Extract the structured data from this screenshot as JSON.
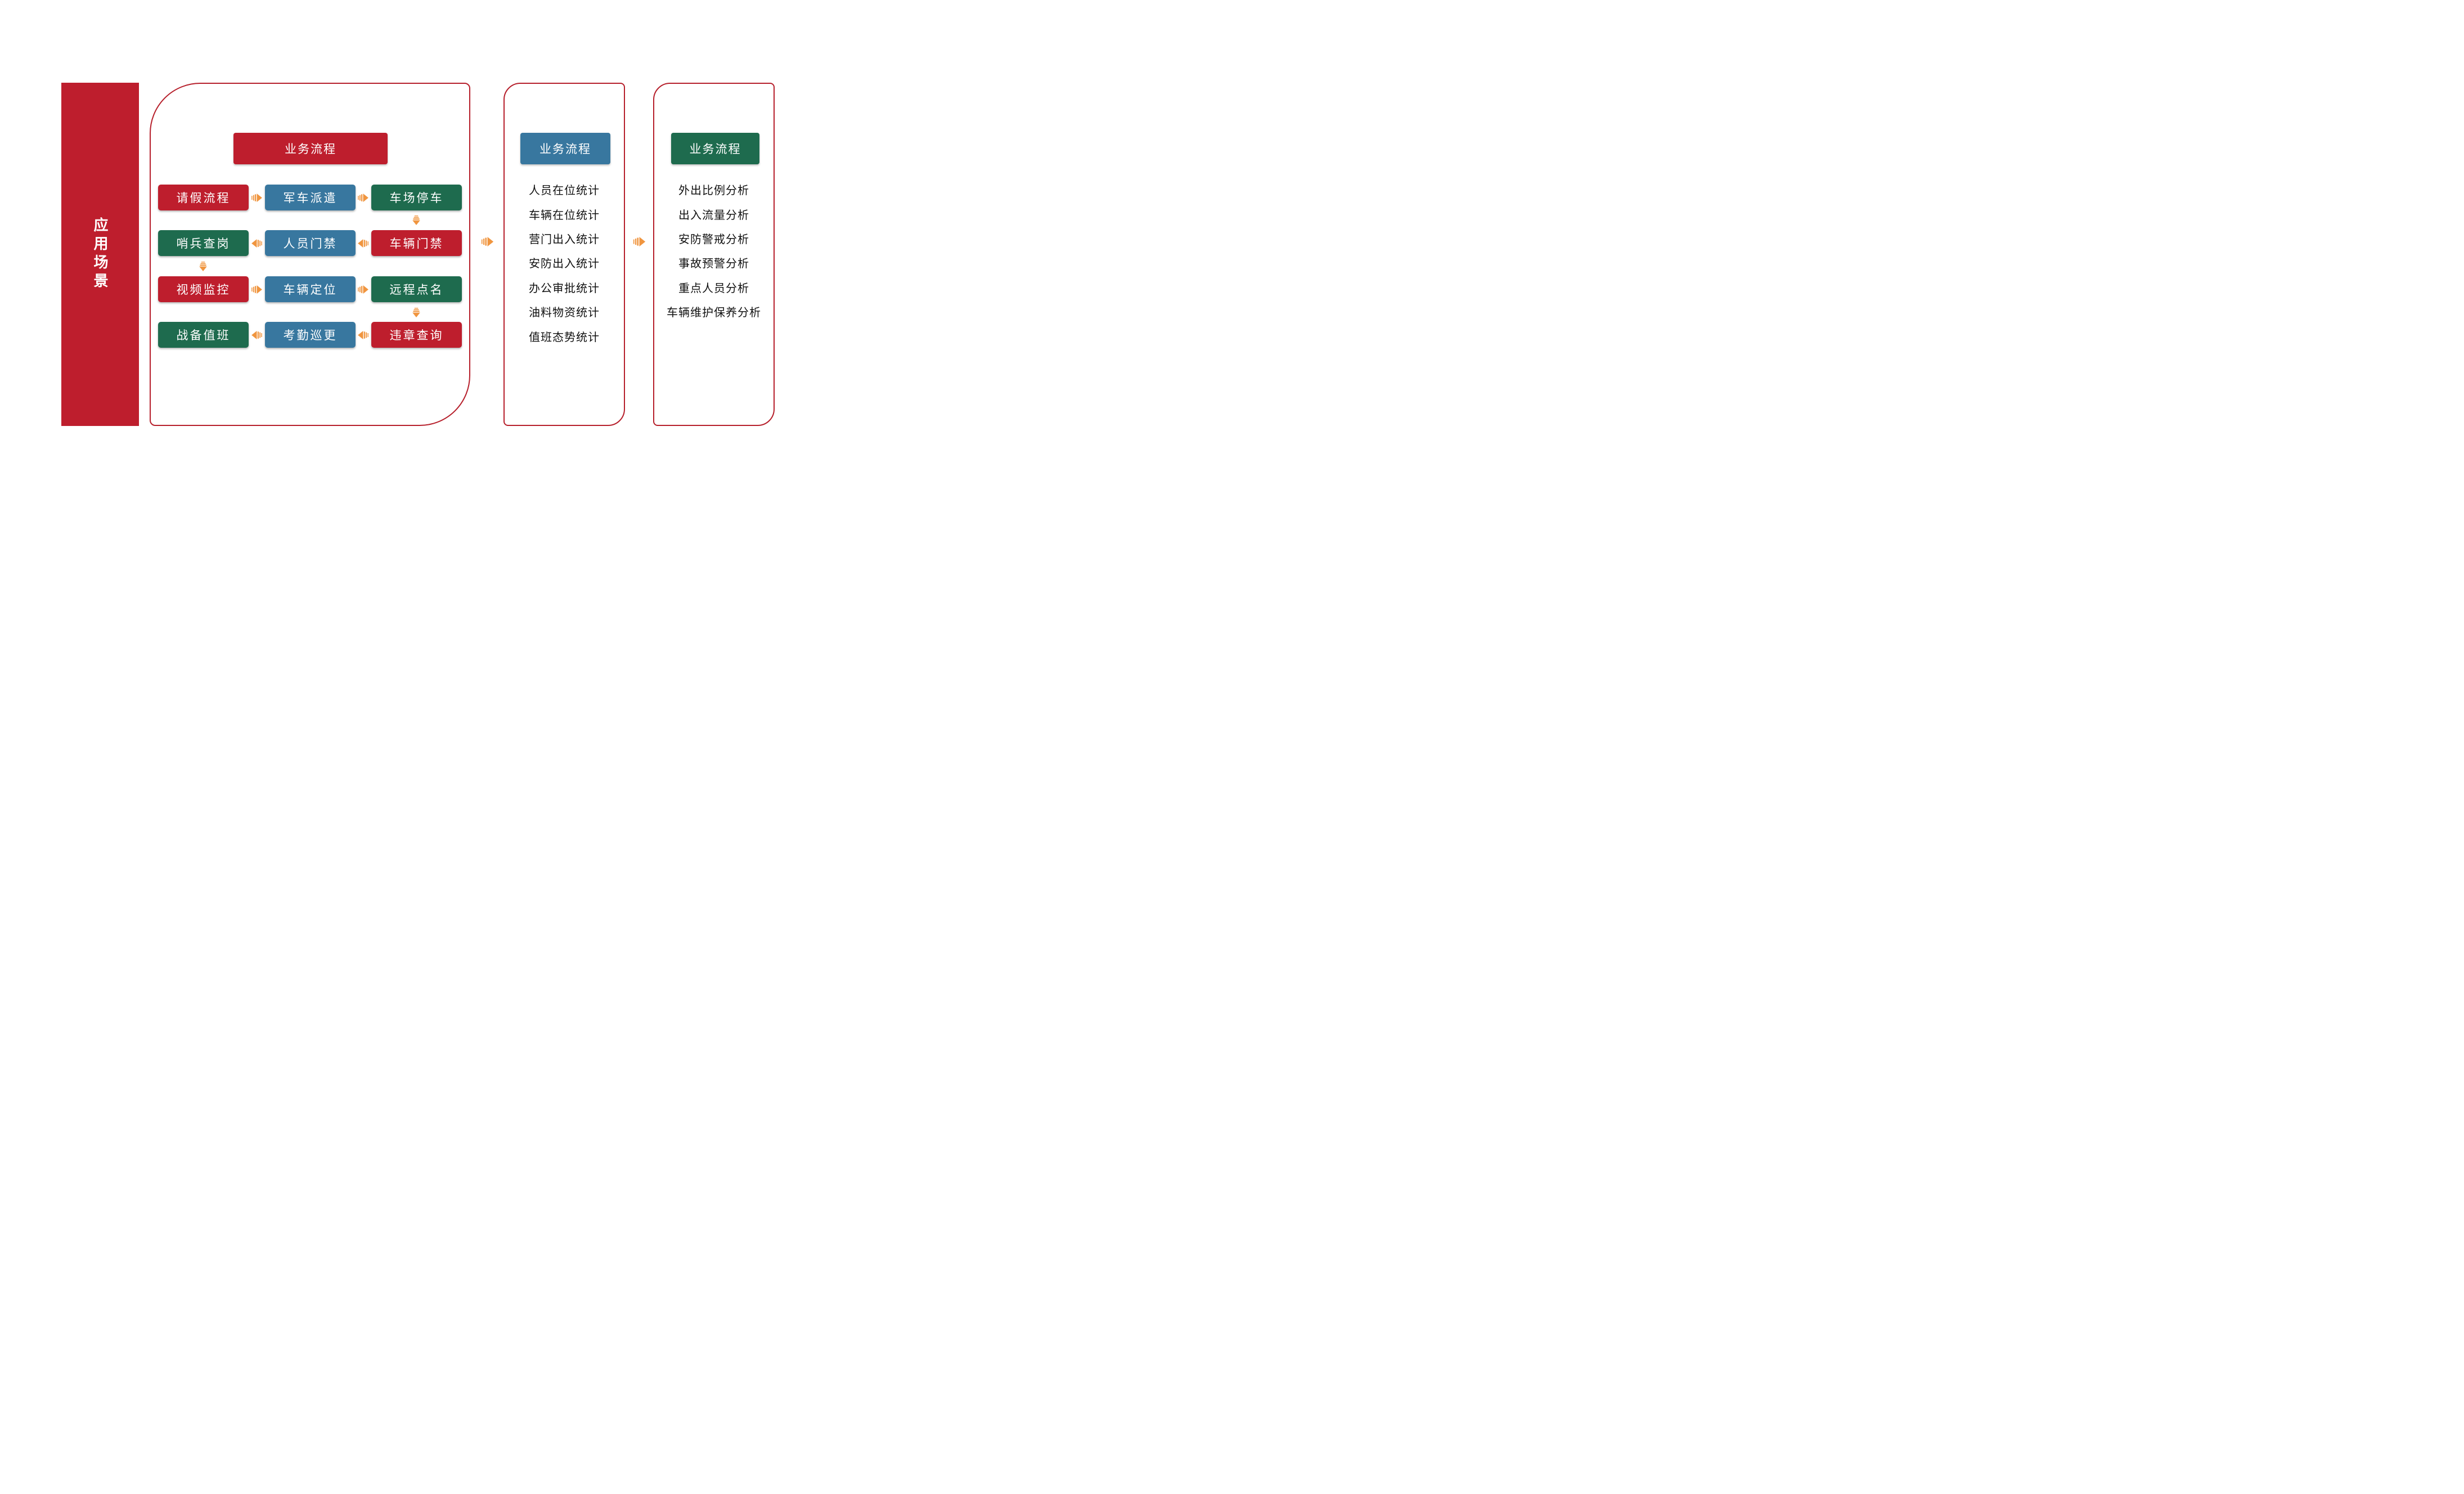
{
  "colors": {
    "red": "#BE1E2D",
    "blue": "#38779F",
    "green": "#1E6B4E",
    "orange": "#F0953F",
    "outline": "#B61F2B",
    "ink": "#111111"
  },
  "left_bar": {
    "label": "应用场景"
  },
  "panel1": {
    "header": "业务流程",
    "rows": [
      {
        "cells": [
          "请假流程",
          "军车派遣",
          "车场停车"
        ]
      },
      {
        "cells": [
          "哨兵查岗",
          "人员门禁",
          "车辆门禁"
        ]
      },
      {
        "cells": [
          "视频监控",
          "车辆定位",
          "远程点名"
        ]
      },
      {
        "cells": [
          "战备值班",
          "考勤巡更",
          "违章查询"
        ]
      }
    ]
  },
  "panel2": {
    "header": "业务流程",
    "items": [
      "人员在位统计",
      "车辆在位统计",
      "营门出入统计",
      "安防出入统计",
      "办公审批统计",
      "油料物资统计",
      "值班态势统计"
    ]
  },
  "panel3": {
    "header": "业务流程",
    "items": [
      "外出比例分析",
      "出入流量分析",
      "安防警戒分析",
      "事故预警分析",
      "重点人员分析",
      "车辆维护保养分析"
    ]
  }
}
